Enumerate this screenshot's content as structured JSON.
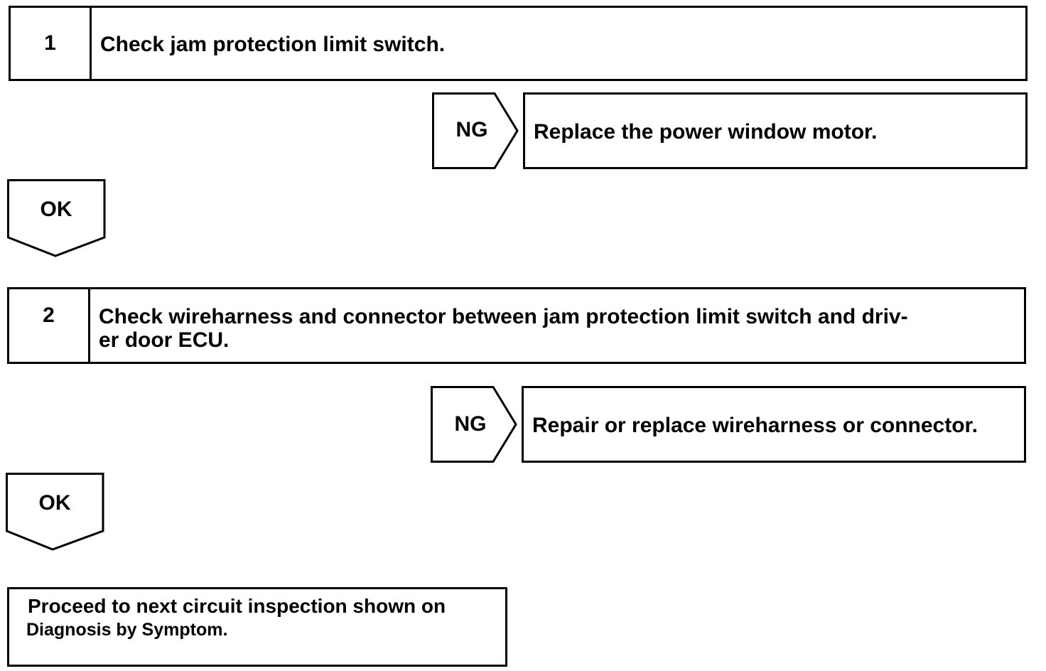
{
  "steps": [
    {
      "number": "1",
      "text": "Check jam protection limit switch.",
      "ng_label": "NG",
      "ng_action": "Replace the power window motor.",
      "ok_label": "OK"
    },
    {
      "number": "2",
      "text": "Check wireharness and connector between jam protection limit switch and driv-er door ECU.",
      "text_line1": "Check wireharness and connector between jam protection limit switch and driv-",
      "text_line2": "er door ECU.",
      "ng_label": "NG",
      "ng_action": "Repair or replace wireharness or connector.",
      "ok_label": "OK"
    }
  ],
  "final": {
    "line1": "Proceed to next circuit inspection shown on",
    "line2": "Diagnosis by Symptom."
  }
}
